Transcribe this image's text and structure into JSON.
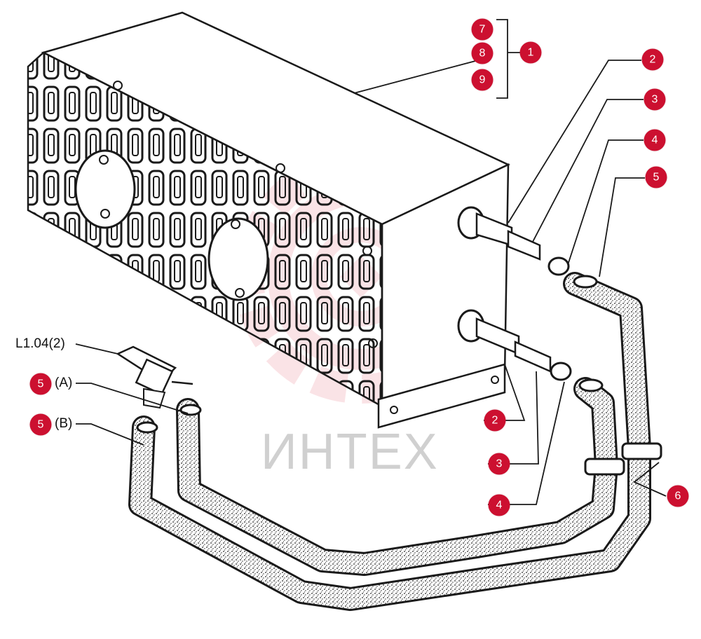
{
  "colors": {
    "callout_fill": "#cc1030",
    "callout_text": "#ffffff",
    "line": "#1a1a1a",
    "watermark_gear": "#f2b0b8",
    "watermark_text": "#8a8a8a"
  },
  "callouts": [
    {
      "id": "c7",
      "label": "7"
    },
    {
      "id": "c8",
      "label": "8"
    },
    {
      "id": "c9",
      "label": "9"
    },
    {
      "id": "c1",
      "label": "1"
    },
    {
      "id": "c2a",
      "label": "2"
    },
    {
      "id": "c3a",
      "label": "3"
    },
    {
      "id": "c4a",
      "label": "4"
    },
    {
      "id": "c5a",
      "label": "5"
    },
    {
      "id": "c2b",
      "label": "2"
    },
    {
      "id": "c3b",
      "label": "3"
    },
    {
      "id": "c4b",
      "label": "4"
    },
    {
      "id": "c6",
      "label": "6"
    },
    {
      "id": "c5A",
      "label": "5"
    },
    {
      "id": "c5B",
      "label": "5"
    }
  ],
  "labels": {
    "ref": "L1.04(2)",
    "hose_a": "(A)",
    "hose_b": "(B)"
  },
  "watermark": {
    "text": "ИНТЕХ",
    "icon": "gear-logo"
  }
}
